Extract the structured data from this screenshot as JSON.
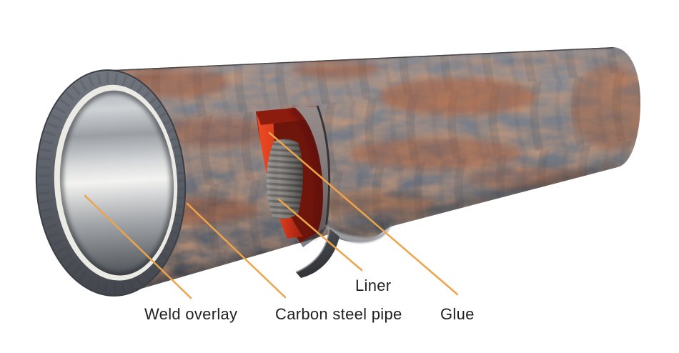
{
  "diagram": {
    "labels": [
      {
        "id": "weld-overlay",
        "text": "Weld overlay"
      },
      {
        "id": "carbon-steel-pipe",
        "text": "Carbon steel pipe"
      },
      {
        "id": "liner",
        "text": "Liner"
      },
      {
        "id": "glue",
        "text": "Glue"
      }
    ]
  },
  "colors": {
    "background": "#FFFFFF",
    "leader-line": "#EDA44A",
    "label-text": "#1F1F1F",
    "glue-red": "#D63A1D",
    "glue-red-dark": "#8C1D0E",
    "pipe-steel-gray": "#6E737D",
    "rust-orange": "#A8522C",
    "liner-corrugation-gray": "#8F8C88",
    "weld-ring-white": "#ECEAE5",
    "bore-highlight": "#F3F3F1"
  }
}
